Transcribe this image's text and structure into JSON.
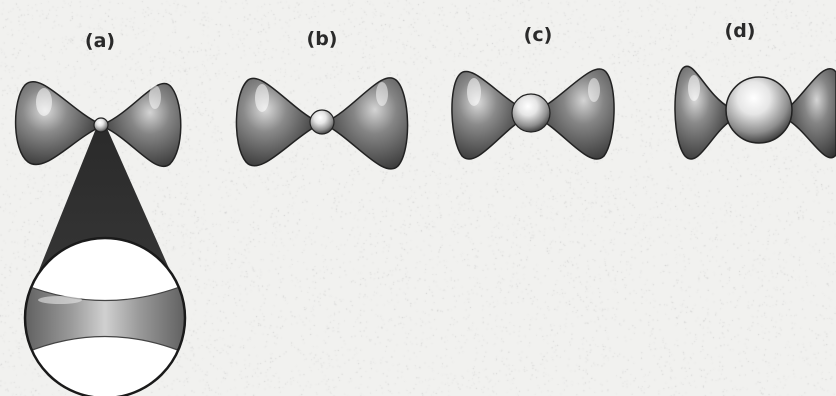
{
  "panels": [
    {
      "label": "(a)"
    },
    {
      "label": "(b)"
    },
    {
      "label": "(c)"
    },
    {
      "label": "(d)"
    }
  ],
  "colors": {
    "background": "#f1f1ef",
    "lobe_dark": "#3a3a3a",
    "lobe_mid": "#7c7c7c",
    "lobe_light": "#d9d9d9",
    "outline": "#1a1a1a"
  }
}
